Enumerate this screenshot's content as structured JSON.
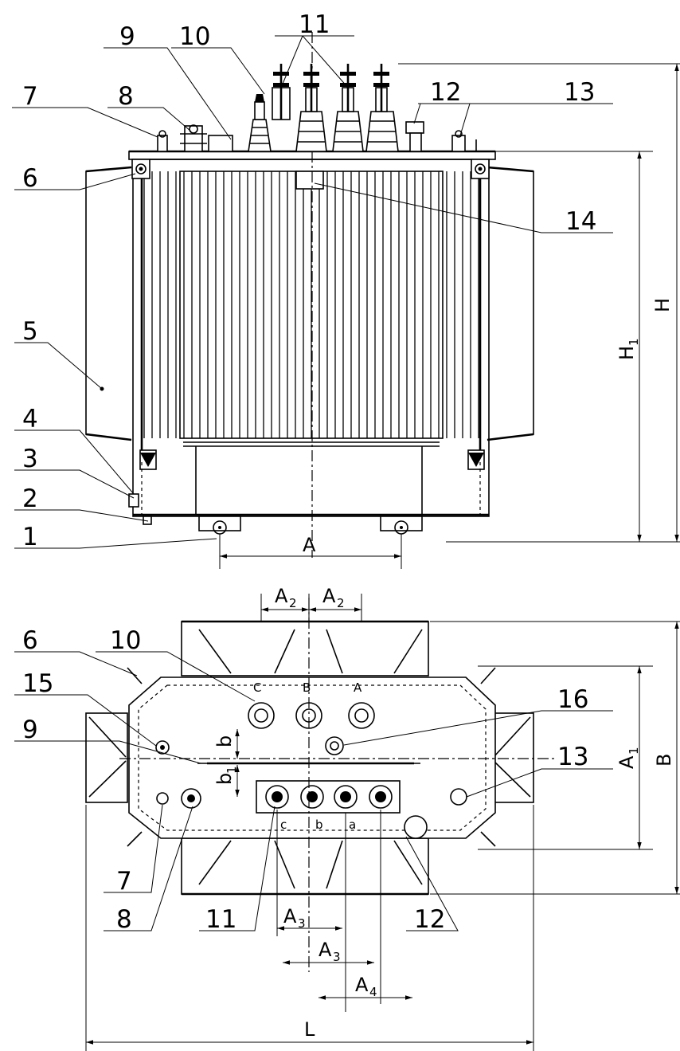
{
  "front_view": {
    "callouts": [
      "1",
      "2",
      "3",
      "4",
      "5",
      "6",
      "7",
      "8",
      "9",
      "10",
      "11",
      "12",
      "13",
      "14"
    ],
    "dimensions": {
      "A": "A",
      "H": "H",
      "H1": "H",
      "H1_sub": "1"
    }
  },
  "top_view": {
    "callouts": {
      "c6": "6",
      "c10": "10",
      "c15": "15",
      "c9": "9",
      "c16": "16",
      "c13": "13",
      "c7": "7",
      "c8": "8",
      "c11": "11",
      "c12": "12"
    },
    "hv_terminals": [
      "C",
      "B",
      "A"
    ],
    "lv_terminals": [
      "c",
      "b",
      "a"
    ],
    "dimensions": {
      "A2": "A",
      "A2_sub": "2",
      "A3": "A",
      "A3_sub": "3",
      "A4": "A",
      "A4_sub": "4",
      "A1": "A",
      "A1_sub": "1",
      "B": "B",
      "L": "L",
      "b": "b",
      "b1": "b",
      "b1_sub": "1"
    }
  }
}
